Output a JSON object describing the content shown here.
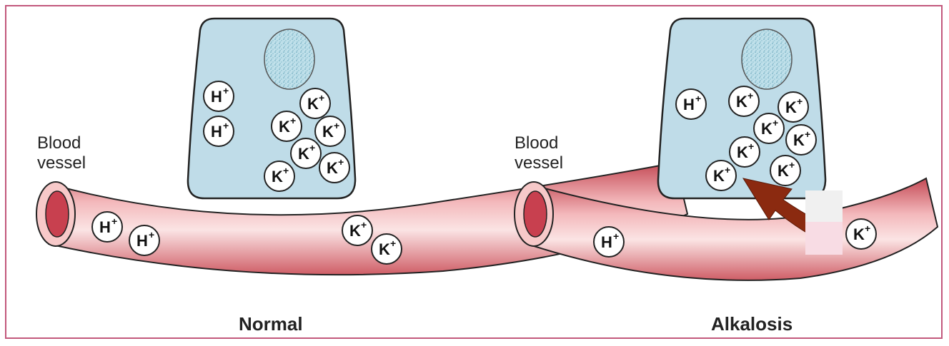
{
  "panels": [
    {
      "id": "normal",
      "caption": "Normal",
      "vessel_label_line1": "Blood",
      "vessel_label_line2": "vessel",
      "cell_ions": [
        "H",
        "H",
        "K",
        "K",
        "K",
        "K",
        "K",
        "K"
      ],
      "blood_ions": [
        "H",
        "H",
        "K",
        "K"
      ]
    },
    {
      "id": "alkalosis",
      "caption": "Alkalosis",
      "vessel_label_line1": "Blood",
      "vessel_label_line2": "vessel",
      "cell_ions": [
        "H",
        "K",
        "K",
        "K",
        "K",
        "K",
        "K",
        "K"
      ],
      "blood_ions": [
        "H",
        "K"
      ],
      "arrow_label": ""
    }
  ],
  "ion_charge": "+",
  "colors": {
    "frame": "#c2587c",
    "cell_fill": "#bfdce8",
    "vessel": "#e07b84",
    "arrow": "#8b2a10"
  }
}
